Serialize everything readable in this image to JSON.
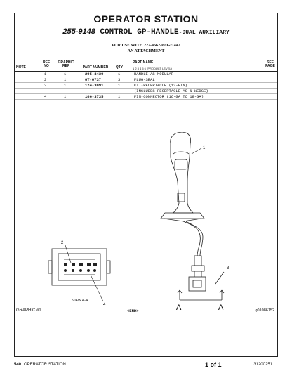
{
  "header": {
    "title": "OPERATOR STATION",
    "part_number": "255-9148",
    "assembly_name": "CONTROL GP-HANDLE",
    "assembly_suffix": "-DUAL AUXILIARY",
    "for_use_line1": "FOR USE WITH 222-4662-PAGE 442",
    "for_use_line2": "AN ATTACHMENT"
  },
  "table": {
    "headers": {
      "note": "NOTE",
      "ref_no": "REF NO",
      "graphic_ref": "GRAPHIC REF",
      "part_number": "PART NUMBER",
      "qty": "QTY",
      "part_name": "PART NAME",
      "product_level": "1 2 3 4 5 6 (PRODUCT LEVEL)",
      "see_page": "SEE PAGE"
    },
    "rows": [
      {
        "ref": "1",
        "graphic": "1",
        "part": "295-3430",
        "qty": "1",
        "name": "HANDLE AS-MODULAR"
      },
      {
        "ref": "2",
        "graphic": "1",
        "part": "8T-8737",
        "qty": "3",
        "name": "PLUG-SEAL"
      },
      {
        "ref": "3",
        "graphic": "1",
        "part": "174-3091",
        "qty": "1",
        "name": "KIT-RECEPTACLE (12-PIN)"
      },
      {
        "ref": "",
        "graphic": "",
        "part": "",
        "qty": "",
        "name": "(INCLUDES RECEPTACLE AS & WEDGE)"
      },
      {
        "ref": "4",
        "graphic": "1",
        "part": "186-3735",
        "qty": "1",
        "name": "PIN-CONNECTOR (16-GA TO 18-GA)"
      }
    ]
  },
  "diagram": {
    "callout_1": "1",
    "callout_2": "2",
    "callout_3": "3",
    "callout_4": "4",
    "view_label": "VIEW A-A",
    "section_a_left": "A",
    "section_a_right": "A"
  },
  "graphic_label": "GRAPHIC #1",
  "end_label": "<END>",
  "graphic_number": "g01086152",
  "footer": {
    "page": "540",
    "section": "OPERATOR STATION",
    "page_of": "1 of 1",
    "code": "31200251"
  }
}
